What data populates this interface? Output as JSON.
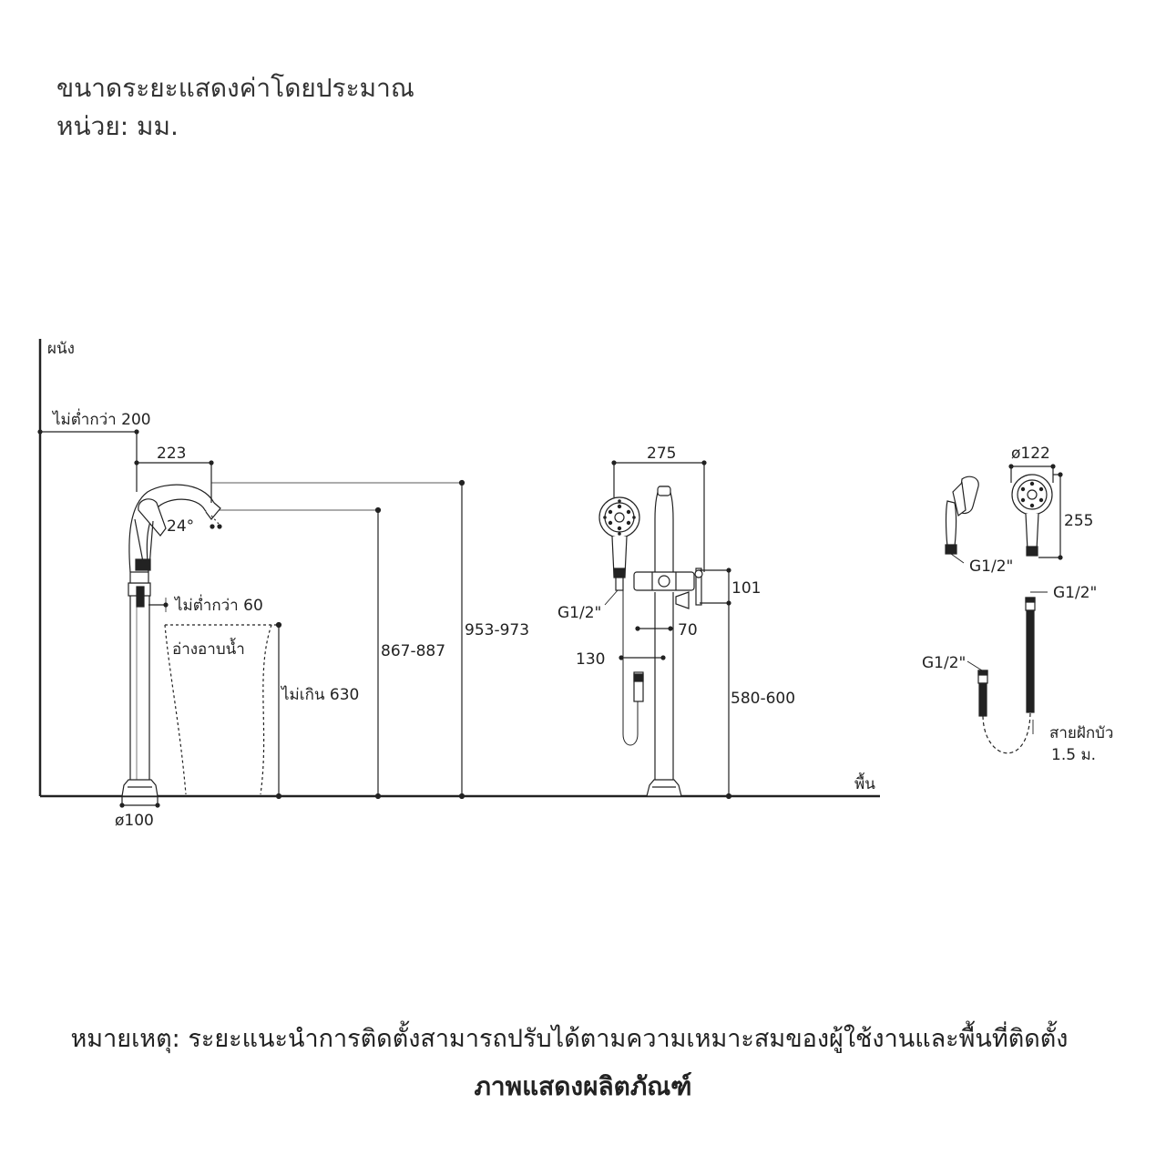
{
  "header": {
    "line1": "ขนาดระยะแสดงค่าโดยประมาณ",
    "line2": "หน่วย: มม."
  },
  "labels": {
    "wall": "ผนัง",
    "floor": "พื้น",
    "min_wall": "ไม่ต่ำกว่า 200",
    "reach": "223",
    "angle": "24°",
    "min_basin": "ไม่ต่ำกว่า 60",
    "basin": "อ่างอาบน้ำ",
    "max_basin": "ไม่เกิน 630",
    "spout_height": "867-887",
    "total_height": "953-973",
    "base_dia": "ø100",
    "width_front": "275",
    "conn_front": "G1/2\"",
    "dim_101": "101",
    "dim_70": "70",
    "dim_130": "130",
    "valve_height": "580-600",
    "head_dia": "ø122",
    "head_len": "255",
    "conn_hand": "G1/2\"",
    "conn_hose_top": "G1/2\"",
    "conn_hose_left": "G1/2\"",
    "hose": "สายฝักบัว",
    "hose_len": "1.5 ม."
  },
  "footer": {
    "note": "หมายเหตุ: ระยะแนะนำการติดตั้งสามารถปรับได้ตามความเหมาะสมของผู้ใช้งานและพื้นที่ติดตั้ง",
    "caption": "ภาพแสดงผลิตภัณฑ์"
  }
}
